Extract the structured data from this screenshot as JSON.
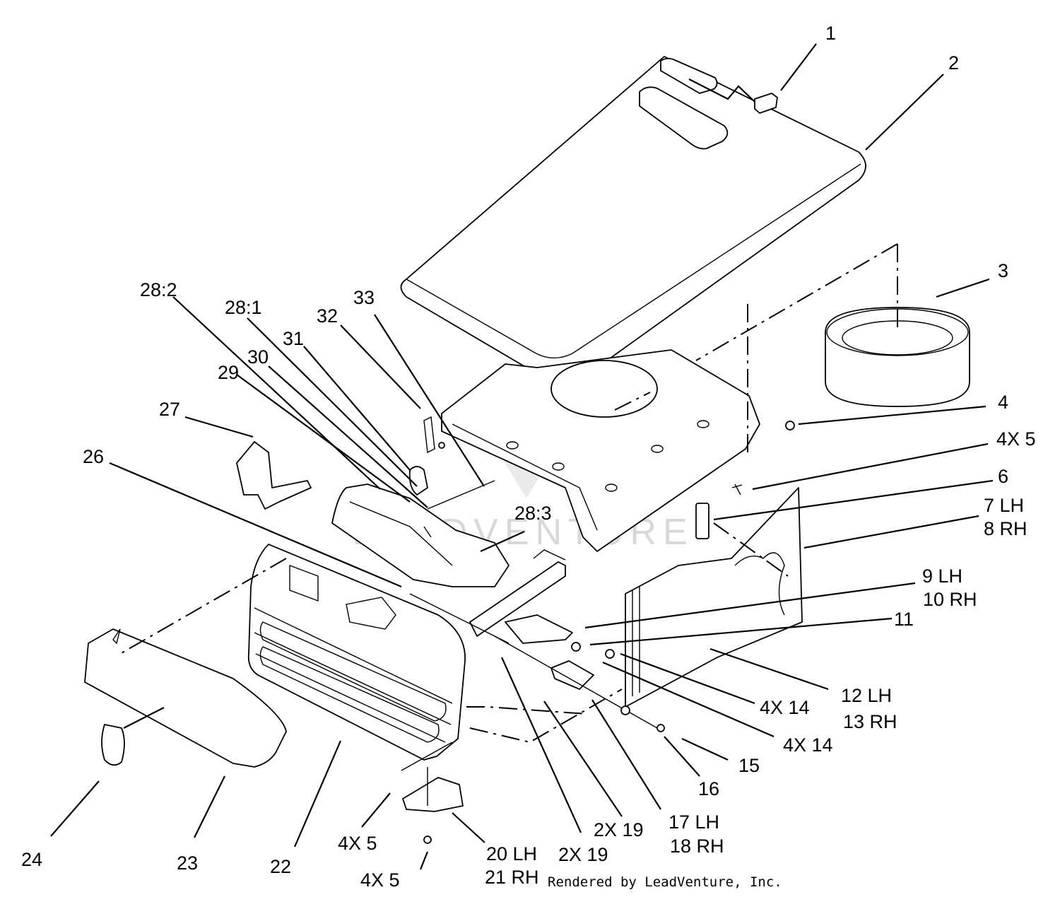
{
  "labels": {
    "l1": "1",
    "l2": "2",
    "l3": "3",
    "l4": "4",
    "l4x5a": "4X 5",
    "l6": "6",
    "l7": "7 LH",
    "l8": "8 RH",
    "l9": "9 LH",
    "l10": "10 RH",
    "l11": "11",
    "l12": "12 LH",
    "l13": "13 RH",
    "l4x14a": "4X 14",
    "l4x14b": "4X 14",
    "l15": "15",
    "l16": "16",
    "l17": "17 LH",
    "l18": "18 RH",
    "l2x19a": "2X 19",
    "l2x19b": "2X 19",
    "l20": "20 LH",
    "l21": "21 RH",
    "l4x5b": "4X 5",
    "l4x5c": "4X 5",
    "l22": "22",
    "l23": "23",
    "l24": "24",
    "l26": "26",
    "l27": "27",
    "l29": "29",
    "l30": "30",
    "l31": "31",
    "l32": "32",
    "l33": "33",
    "l28_1": "28:1",
    "l28_2": "28:2",
    "l28_3": "28:3"
  },
  "credit": "Rendered by LeadVenture, Inc.",
  "watermark": "LEADVENTURE",
  "icons": {
    "watermark": "leadventure-logo-icon"
  }
}
